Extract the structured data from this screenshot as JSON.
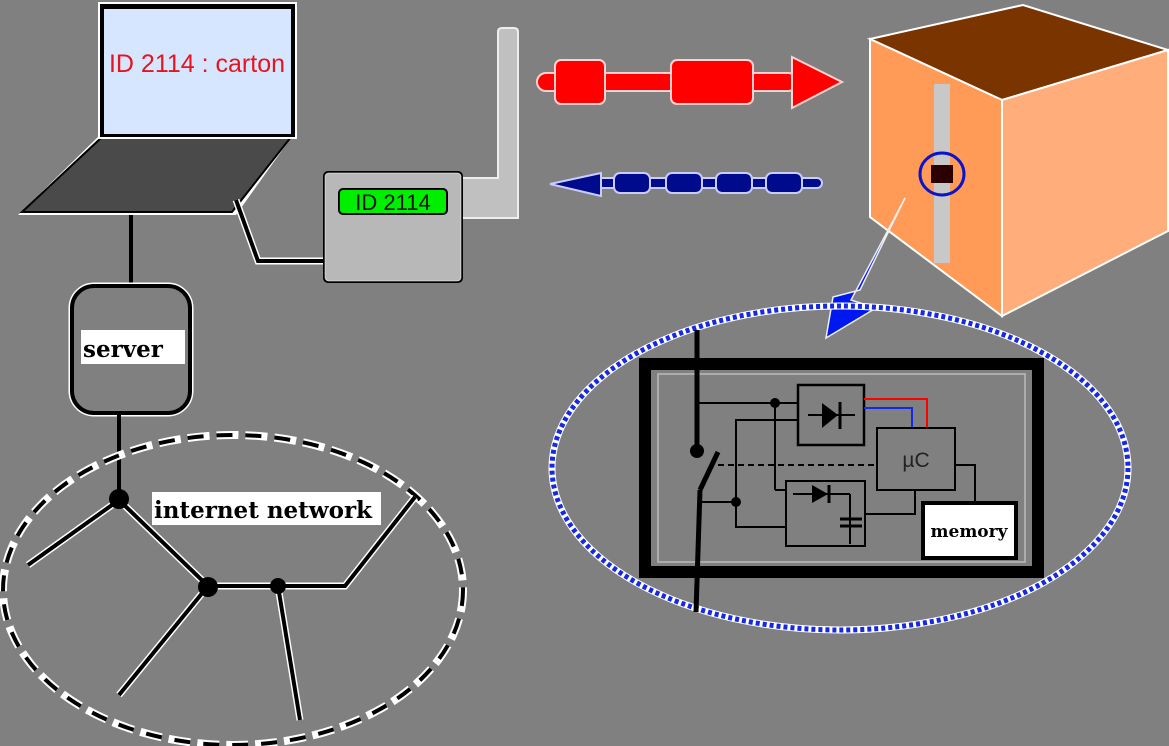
{
  "laptop": {
    "screen_text": "ID 2114 : carton",
    "screen_text_color": "#e8141c",
    "screen_color": "#d6e6ff"
  },
  "reader": {
    "display_text": "ID 2114",
    "display_color": "#00ee00"
  },
  "server": {
    "label": "server"
  },
  "network": {
    "label": "internet network"
  },
  "signals": {
    "outgoing_color": "#ff0000",
    "incoming_color": "#000a8c"
  },
  "carton": {
    "top_color": "#7a3400",
    "front_color": "#ff9a57",
    "side_color": "#ffad7a",
    "tag_ring_color": "#0a14c8"
  },
  "tag_circuit": {
    "mcu_label": "µC",
    "memory_label": "memory",
    "outline_color": "#1428e6"
  }
}
